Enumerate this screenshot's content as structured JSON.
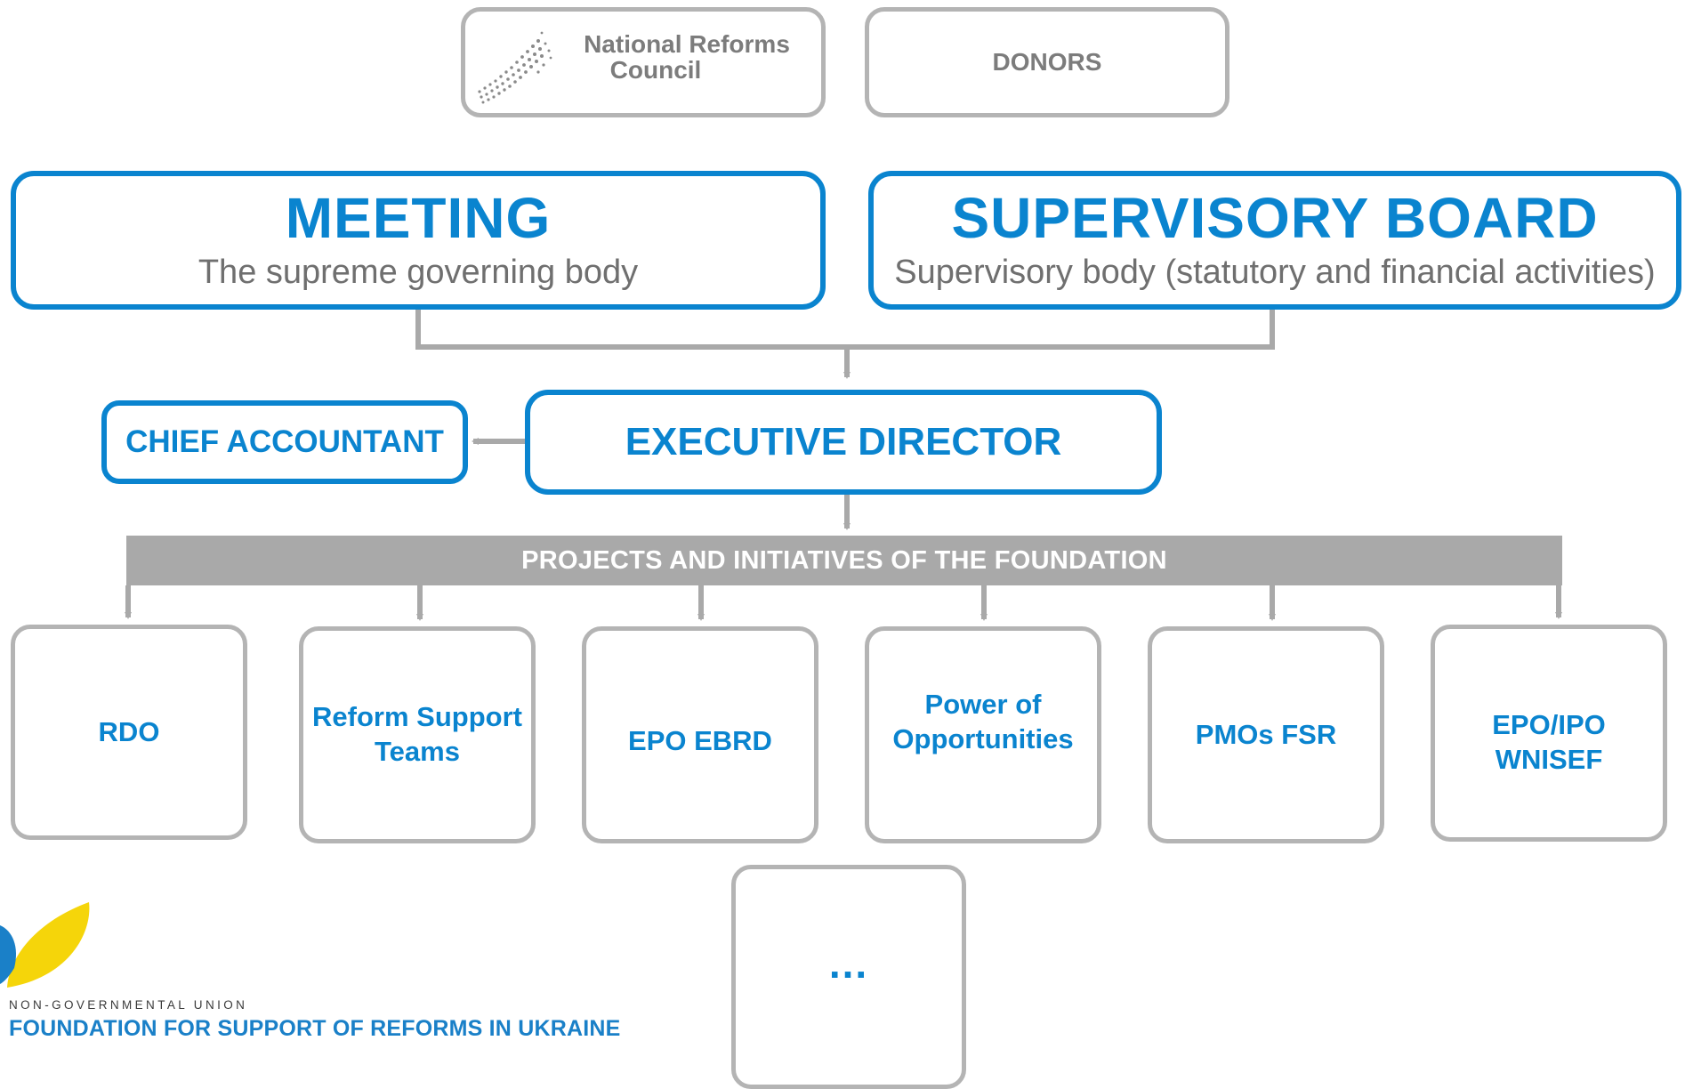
{
  "top": {
    "nrc_line1": "National Reforms",
    "nrc_line2": "Council",
    "donors": "DONORS"
  },
  "governance": {
    "meeting_title": "MEETING",
    "meeting_subtitle": "The supreme governing body",
    "board_title": "SUPERVISORY BOARD",
    "board_subtitle": "Supervisory body (statutory and financial activities)"
  },
  "management": {
    "chief_accountant": "CHIEF ACCOUNTANT",
    "executive_director": "EXECUTIVE DIRECTOR"
  },
  "projects_bar": "PROJECTS AND INITIATIVES OF THE FOUNDATION",
  "projects": [
    {
      "line1": "RDO",
      "line2": ""
    },
    {
      "line1": "Reform Support",
      "line2": "Teams"
    },
    {
      "line1": "EPO EBRD",
      "line2": ""
    },
    {
      "line1": "Power of",
      "line2": "Opportunities"
    },
    {
      "line1": "PMOs FSR",
      "line2": ""
    },
    {
      "line1": "EPO/IPO",
      "line2": "WNISEF"
    }
  ],
  "more": "...",
  "logo": {
    "subtitle": "NON-GOVERNMENTAL UNION",
    "name": "FOUNDATION FOR SUPPORT OF REFORMS IN UKRAINE"
  },
  "colors": {
    "accent_blue": "#0a84cf",
    "gray_border": "#b4b4b4",
    "bar_gray": "#a9a9a9",
    "logo_yellow": "#f5d50a",
    "logo_blue": "#1a80c8"
  }
}
